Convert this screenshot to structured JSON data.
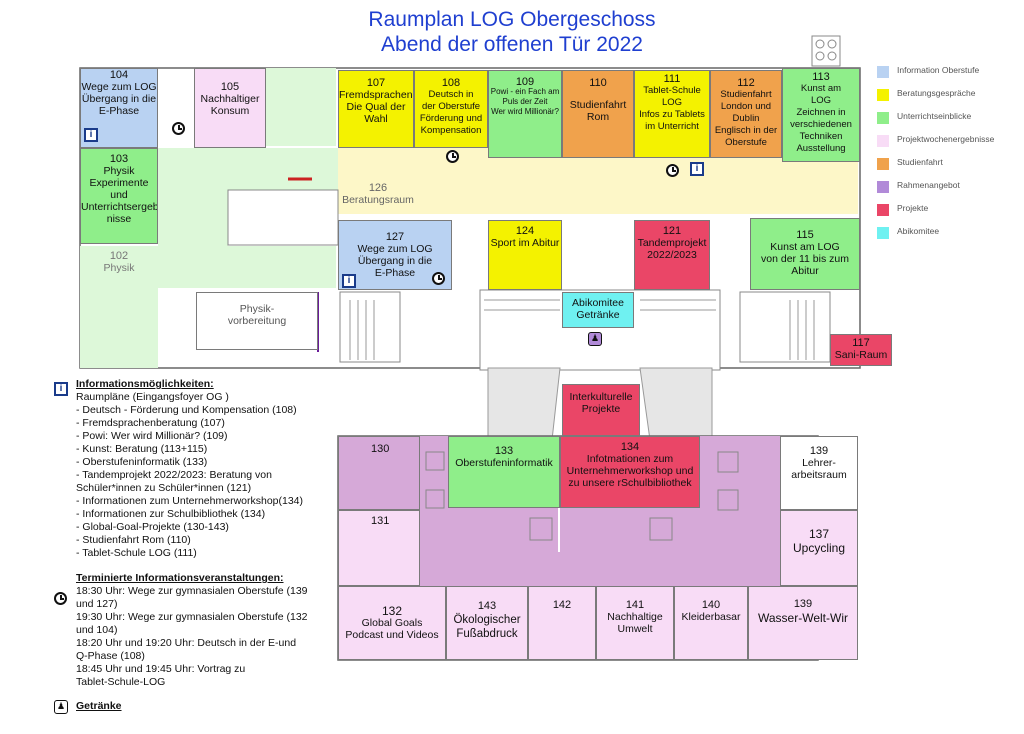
{
  "title_line1": "Raumplan LOG Obergeschoss",
  "title_line2": "Abend der offenen Tür 2022",
  "colors": {
    "information_oberstufe": "#b9d2f2",
    "beratungsgespraeche": "#f4f200",
    "unterrichtseinblicke": "#8fee8a",
    "projektwochenergebnisse": "#f8dcf6",
    "studienfahrt": "#f0a24c",
    "rahmenangebot": "#b18ad8",
    "projekte": "#ea4667",
    "abikomitee": "#6ff1f1",
    "corridor_yellow": "#fdf7c8",
    "corridor_green": "#ddf8d9",
    "corridor_purple": "#d6a9d8"
  },
  "legend": [
    {
      "label": "Information Oberstufe",
      "color": "#b9d2f2"
    },
    {
      "label": "Beratungsgespräche",
      "color": "#f4f200"
    },
    {
      "label": "Unterrichtseinblicke",
      "color": "#8fee8a"
    },
    {
      "label": "Projektwochenergebnisse",
      "color": "#f8dcf6"
    },
    {
      "label": "Studienfahrt",
      "color": "#f0a24c"
    },
    {
      "label": "Rahmenangebot",
      "color": "#b18ad8"
    },
    {
      "label": "Projekte",
      "color": "#ea4667"
    },
    {
      "label": "Abikomitee",
      "color": "#6ff1f1"
    }
  ],
  "rooms": {
    "r104": {
      "num": "104",
      "label": "Wege zum LOG\nÜbergang in die\nE-Phase"
    },
    "r105": {
      "num": "105",
      "label": "Nachhaltiger\nKonsum"
    },
    "r103": {
      "num": "103",
      "label": "Physik\nExperimente\nund\nUnterrichtsergeb\nnisse"
    },
    "r102": {
      "num": "102",
      "label": "Physik"
    },
    "r107": {
      "num": "107",
      "label": "Fremdsprachen-\nDie Qual der\nWahl"
    },
    "r108": {
      "num": "108",
      "label": "Deutsch in\nder Oberstufe\nFörderung und\nKompensation"
    },
    "r109": {
      "num": "109",
      "label": "Powi - ein Fach am\nPuls der Zeit\nWer wird Millionär?"
    },
    "r110": {
      "num": "110",
      "label": "Studienfahrt\nRom"
    },
    "r111": {
      "num": "111",
      "label": "Tablet-Schule\nLOG\nInfos zu Tablets\nim Unterricht"
    },
    "r112": {
      "num": "112",
      "label": "Studienfahrt\nLondon und\nDublin\nEnglisch in der\nOberstufe"
    },
    "r113": {
      "num": "113",
      "label": "Kunst am\nLOG\nZeichnen in\nverschiedenen\nTechniken\nAusstellung"
    },
    "r126": {
      "num": "126",
      "label": "Beratungsraum"
    },
    "r127": {
      "num": "127",
      "label": "Wege zum LOG\nÜbergang in die\nE-Phase"
    },
    "r124": {
      "num": "124",
      "label": "Sport im Abitur"
    },
    "r121": {
      "num": "121",
      "label": "Tandemprojekt\n2022/2023"
    },
    "r115": {
      "num": "115",
      "label": "Kunst am LOG\nvon der 11 bis zum\nAbitur"
    },
    "physik_vorb": {
      "label": "Physik-\nvorbereitung"
    },
    "abikomitee": {
      "label": "Abikomitee\nGetränke"
    },
    "r117": {
      "num": "117",
      "label": "Sani-Raum"
    },
    "interkulturelle": {
      "label": "Interkulturelle\nProjekte"
    },
    "r130": {
      "num": "130"
    },
    "r131": {
      "num": "131"
    },
    "r133": {
      "num": "133",
      "label": "Oberstufeninformatik"
    },
    "r134": {
      "num": "134",
      "label": "Infotmationen zum\nUnternehmerworkshop und\nzu unsere rSchulbibliothek"
    },
    "r139a": {
      "num": "139",
      "label": "Lehrer-\narbeitsraum"
    },
    "r137": {
      "num": "137",
      "label": "Upcycling"
    },
    "r132": {
      "num": "132",
      "label": "Global Goals\nPodcast und Videos"
    },
    "r143": {
      "num": "143",
      "label": "Ökologischer\nFußabdruck"
    },
    "r142": {
      "num": "142"
    },
    "r141": {
      "num": "141",
      "label": "Nachhaltige\nUmwelt"
    },
    "r140": {
      "num": "140",
      "label": "Kleiderbasar"
    },
    "r139b": {
      "num": "139",
      "label": "Wasser-Welt-Wir"
    }
  },
  "info": {
    "heading": "Informationsmöglichkeiten:",
    "lines": [
      "Raumpläne (Eingangsfoyer OG )",
      "- Deutsch - Förderung und Kompensation (108)",
      "- Fremdsprachenberatung (107)",
      "- Powi: Wer wird Millionär? (109)",
      "- Kunst: Beratung (113+115)",
      "- Oberstufeninformatik (133)",
      "- Tandemprojekt 2022/2023: Beratung von",
      "Schüler*innen zu Schüler*innen  (121)",
      "- Informationen zum Unternehmerworkshop(134)",
      "- Informationen zur Schulbibliothek (134)",
      "- Global-Goal-Projekte (130-143)",
      "- Studienfahrt Rom (110)",
      "- Tablet-Schule LOG (111)"
    ]
  },
  "termine": {
    "heading": "Terminierte Informationsveranstaltungen:",
    "lines": [
      "18:30 Uhr: Wege zur gymnasialen Oberstufe (139",
      "und 127)",
      "19:30 Uhr: Wege zur gymnasialen Oberstufe (132",
      "und 104)",
      "18:20 Uhr und 19:20 Uhr: Deutsch in der E-und",
      "Q-Phase (108)",
      "18:45 Uhr und 19:45 Uhr: Vortrag zu",
      "Tablet-Schule-LOG"
    ]
  },
  "getraenke": "Getränke",
  "icons": {
    "info": "info-icon",
    "clock": "alarm-clock-icon",
    "drink": "drink-icon"
  }
}
